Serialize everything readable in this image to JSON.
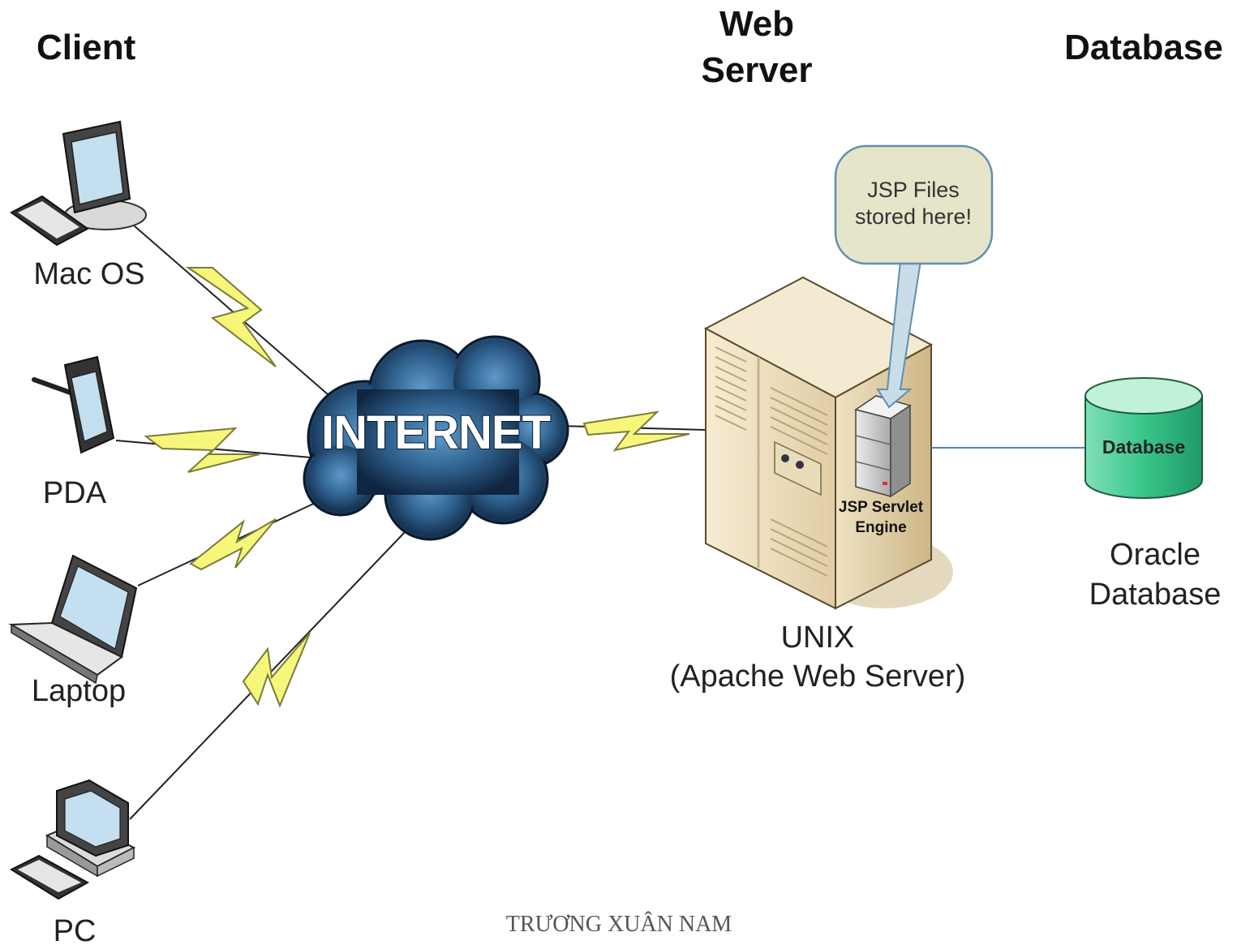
{
  "headers": {
    "client": "Client",
    "web_server_line1": "Web",
    "web_server_line2": "Server",
    "database": "Database"
  },
  "clients": {
    "mac": "Mac OS",
    "pda": "PDA",
    "laptop": "Laptop",
    "pc": "PC"
  },
  "internet": "INTERNET",
  "callout": {
    "line1": "JSP Files",
    "line2": "stored here!"
  },
  "engine": {
    "line1": "JSP Servlet",
    "line2": "Engine"
  },
  "server": {
    "line1": "UNIX",
    "line2": "(Apache Web Server)"
  },
  "db": {
    "cylinder_label": "Database",
    "caption_line1": "Oracle",
    "caption_line2": "Database"
  },
  "footer": "TRƯƠNG XUÂN NAM"
}
